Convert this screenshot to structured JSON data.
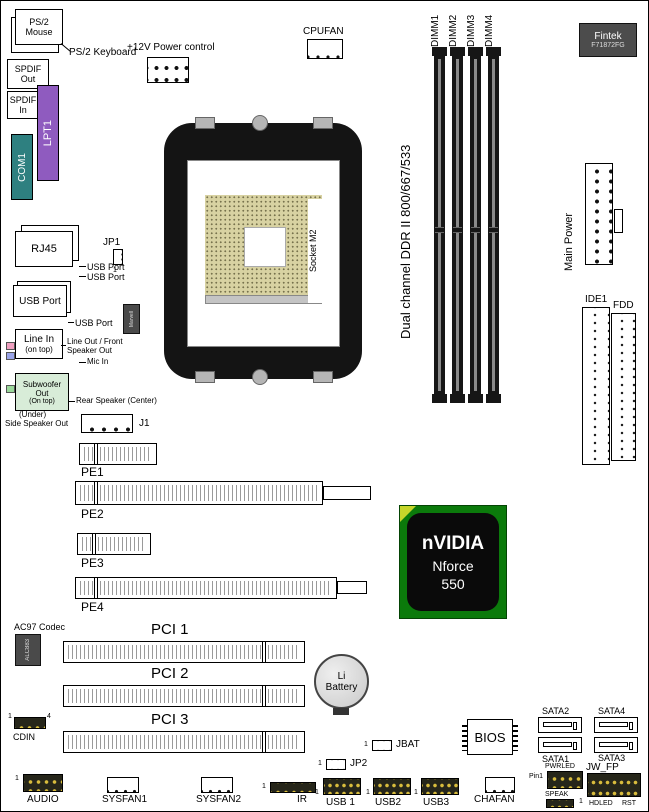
{
  "colors": {
    "lpt_purple": "#8f5bbf",
    "com_teal": "#2e8080",
    "chipset_green": "#0b7a0b",
    "pin_gold": "#d8bc3c",
    "socket_khaki": "#d8d2a2",
    "subwoofer_bg": "#d8ecd8"
  },
  "io": {
    "ps2_mouse": "PS/2 Mouse",
    "ps2_keyboard": "PS/2 Keyboard",
    "spdif_out": "SPDIF Out",
    "spdif_in": "SPDIF In",
    "lpt1": "LPT1",
    "com1": "COM1",
    "rj45": "RJ45",
    "usb_port": "USB Port",
    "line_in_1": "Line In",
    "line_in_2": "(on top)",
    "line_out_1": "Line Out / Front",
    "line_out_2": "Speaker Out",
    "mic_in": "Mic In",
    "subwoofer_1": "Subwoofer Out",
    "subwoofer_2": "(On top)",
    "rear_speaker": "Rear Speaker (Center)",
    "side_speaker_1": "(Under)",
    "side_speaker_2": "Side Speaker Out"
  },
  "power": {
    "v12": "+12V Power control",
    "main_power": "Main Power"
  },
  "fans": {
    "cpufan": "CPUFAN",
    "sysfan1": "SYSFAN1",
    "sysfan2": "SYSFAN2",
    "chafan": "CHAFAN"
  },
  "cpu": {
    "socket": "Socket M2"
  },
  "memory": {
    "dimm1": "DIMM1",
    "dimm2": "DIMM2",
    "dimm3": "DIMM3",
    "dimm4": "DIMM4",
    "channel": "Dual channel DDR II 800/667/533"
  },
  "chips": {
    "fintek_1": "Fintek",
    "fintek_2": "F71872FG",
    "marvell": "Marvell",
    "ac97_label": "AC97 Codec",
    "ac97_chip": "ALC883",
    "chipset_1": "nVIDIA",
    "chipset_2": "Nforce",
    "chipset_3": "550",
    "bios": "BIOS"
  },
  "storage": {
    "ide1": "IDE1",
    "fdd": "FDD",
    "sata1": "SATA1",
    "sata2": "SATA2",
    "sata3": "SATA3",
    "sata4": "SATA4"
  },
  "slots": {
    "pe1": "PE1",
    "pe2": "PE2",
    "pe3": "PE3",
    "pe4": "PE4",
    "pci1": "PCI 1",
    "pci2": "PCI 2",
    "pci3": "PCI 3"
  },
  "battery": {
    "line1": "Li",
    "line2": "Battery"
  },
  "headers": {
    "jp1": "JP1",
    "j1": "J1",
    "jbat": "JBAT",
    "jp2": "JP2",
    "cdin": "CDIN",
    "audio": "AUDIO",
    "ir": "IR",
    "usb1": "USB 1",
    "usb2": "USB2",
    "usb3": "USB3",
    "jw_fp": "JW_FP",
    "pwrled": "PWRLED",
    "pin1": "Pin1",
    "speak": "SPEAK",
    "hdled": "HDLED",
    "rst": "RST"
  },
  "markers": {
    "one": "1",
    "four": "4"
  }
}
